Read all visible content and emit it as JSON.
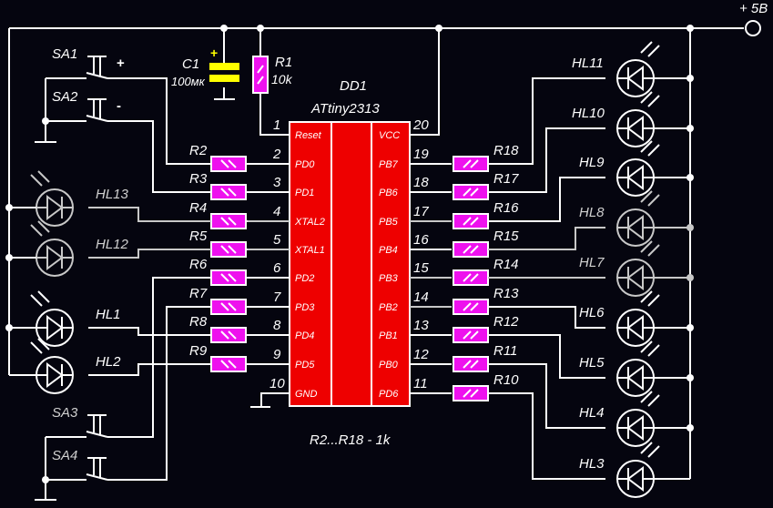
{
  "supply": {
    "label": "+ 5В"
  },
  "chip": {
    "ref": "DD1",
    "part": "ATtiny2313",
    "left_pins": [
      {
        "num": "1",
        "name": "Reset"
      },
      {
        "num": "2",
        "name": "PD0"
      },
      {
        "num": "3",
        "name": "PD1"
      },
      {
        "num": "4",
        "name": "XTAL2"
      },
      {
        "num": "5",
        "name": "XTAL1"
      },
      {
        "num": "6",
        "name": "PD2"
      },
      {
        "num": "7",
        "name": "PD3"
      },
      {
        "num": "8",
        "name": "PD4"
      },
      {
        "num": "9",
        "name": "PD5"
      },
      {
        "num": "10",
        "name": "GND"
      }
    ],
    "right_pins": [
      {
        "num": "20",
        "name": "VCC"
      },
      {
        "num": "19",
        "name": "PB7"
      },
      {
        "num": "18",
        "name": "PB6"
      },
      {
        "num": "17",
        "name": "PB5"
      },
      {
        "num": "16",
        "name": "PB4"
      },
      {
        "num": "15",
        "name": "PB3"
      },
      {
        "num": "14",
        "name": "PB2"
      },
      {
        "num": "13",
        "name": "PB1"
      },
      {
        "num": "12",
        "name": "PB0"
      },
      {
        "num": "11",
        "name": "PD6"
      }
    ]
  },
  "capacitor": {
    "ref": "C1",
    "value": "100мк",
    "polarity": "+"
  },
  "pullup": {
    "ref": "R1",
    "value": "10k"
  },
  "switches": [
    {
      "ref": "SA1",
      "mark": "+"
    },
    {
      "ref": "SA2",
      "mark": "-"
    },
    {
      "ref": "SA3",
      "mark": ""
    },
    {
      "ref": "SA4",
      "mark": ""
    }
  ],
  "left_resistors": [
    "R2",
    "R3",
    "R4",
    "R5",
    "R6",
    "R7",
    "R8",
    "R9"
  ],
  "right_resistors": [
    "R18",
    "R17",
    "R16",
    "R15",
    "R14",
    "R13",
    "R12",
    "R11",
    "R10"
  ],
  "left_leds": [
    "HL13",
    "HL12",
    "HL1",
    "HL2"
  ],
  "right_leds": [
    "HL11",
    "HL10",
    "HL9",
    "HL8",
    "HL7",
    "HL6",
    "HL5",
    "HL4",
    "HL3"
  ],
  "note": "R2...R18 - 1k"
}
